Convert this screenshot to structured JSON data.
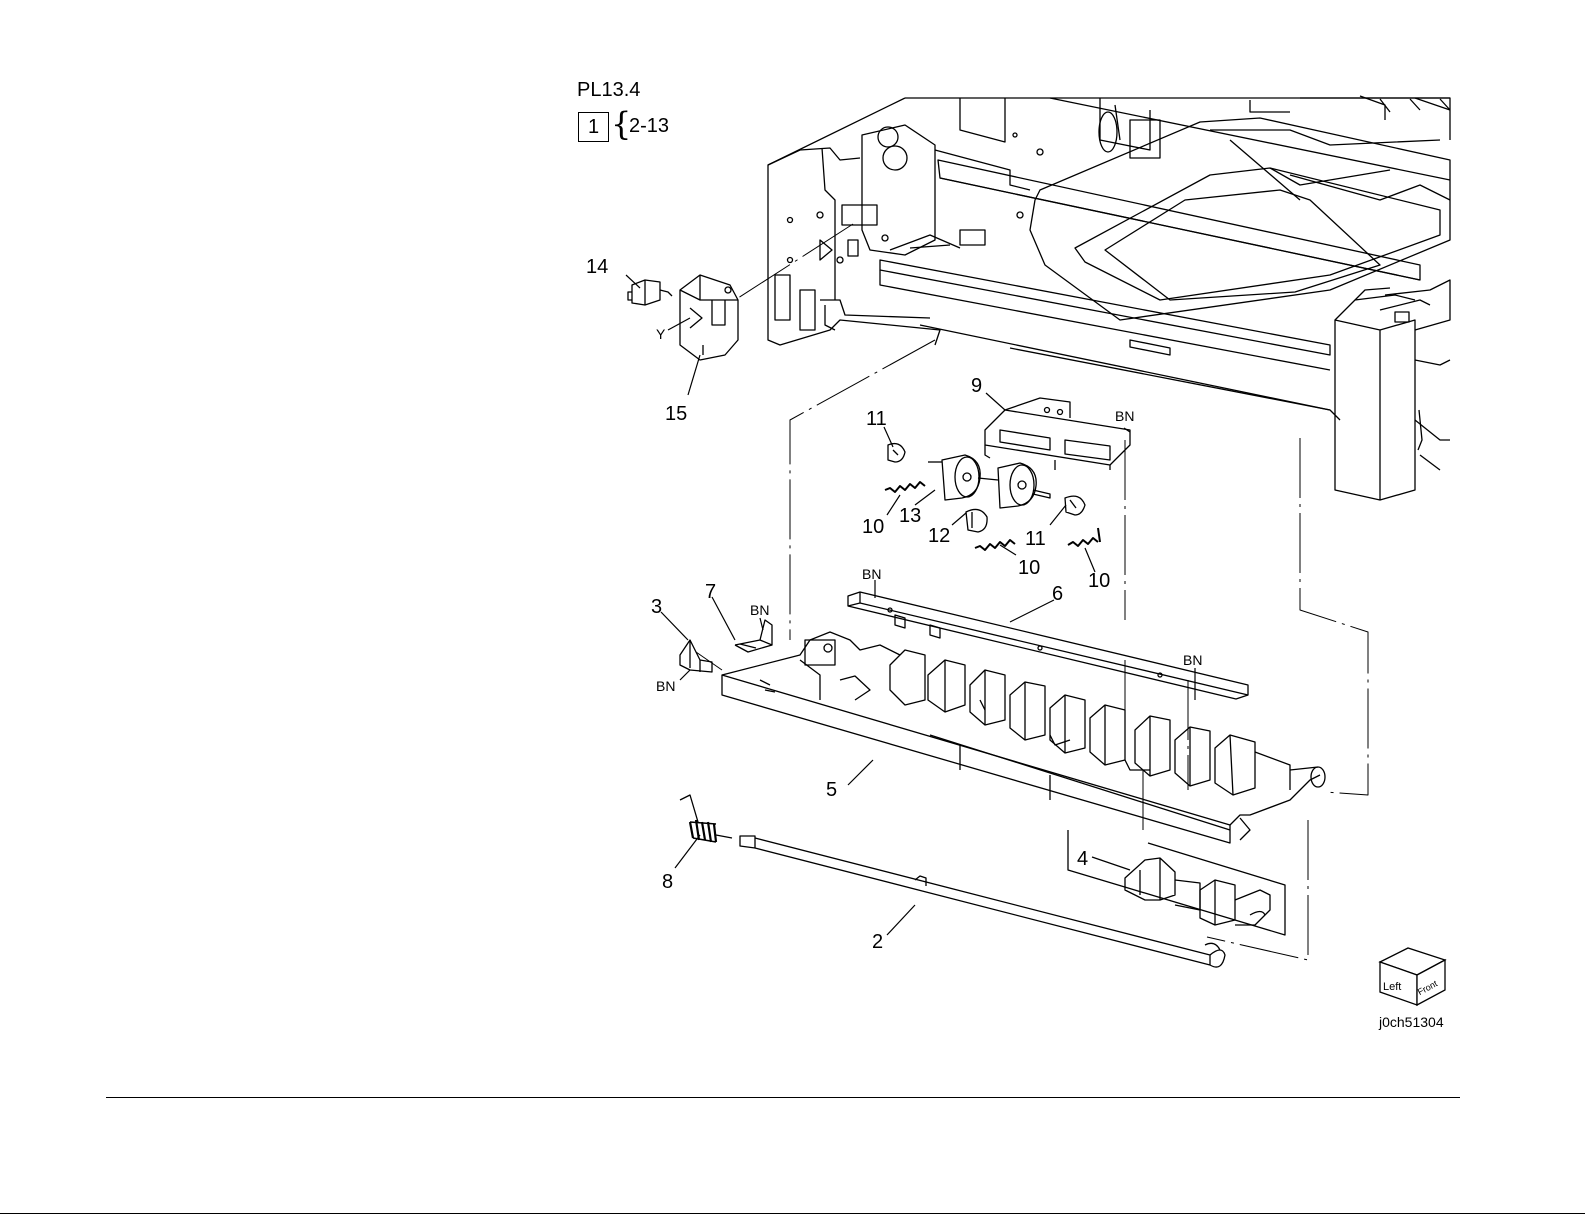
{
  "plate": {
    "title": "PL13.4",
    "group_item": "1",
    "group_range": "2-13"
  },
  "callouts": {
    "c2": "2",
    "c3": "3",
    "c4": "4",
    "c5": "5",
    "c6": "6",
    "c7": "7",
    "c8": "8",
    "c9": "9",
    "c10a": "10",
    "c10b": "10",
    "c10c": "10",
    "c11a": "11",
    "c11b": "11",
    "c12": "12",
    "c13": "13",
    "c14": "14",
    "c15": "15"
  },
  "tags": {
    "bn_9": "BN",
    "bn_6": "BN",
    "bn_7": "BN",
    "bn_3": "BN",
    "bn_5": "BN",
    "y": "Y"
  },
  "orientation": {
    "left": "Left",
    "front": "Front"
  },
  "drawing_id": "j0ch51304"
}
